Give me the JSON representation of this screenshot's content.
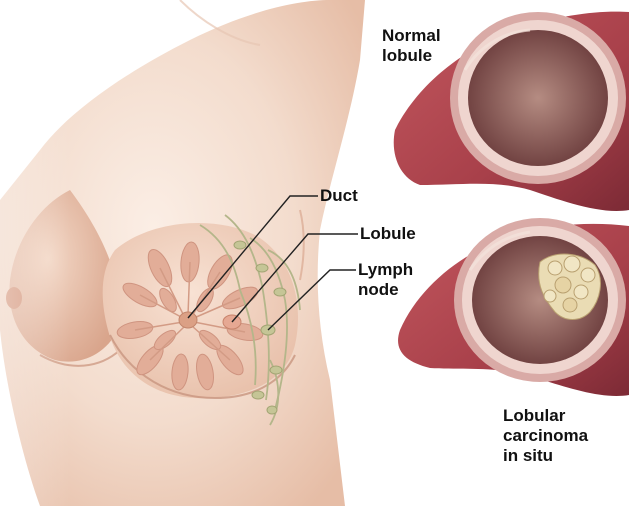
{
  "labels": {
    "normal_lobule": "Normal\nlobule",
    "duct": "Duct",
    "lobule": "Lobule",
    "lymph_node": "Lymph\nnode",
    "lobular_carcinoma": "Lobular\ncarcinoma\nin situ"
  },
  "colors": {
    "skin_light": "#f7e7dc",
    "skin_mid": "#efcdb8",
    "skin_shadow": "#d9a58c",
    "lobule_pink": "#e4b29e",
    "tube_outer": "#a8404a",
    "tube_inner": "#6e2030",
    "tube_rim": "#d9aaa6",
    "lumen": "#9c6e68",
    "tumor": "#eadcb4",
    "vessel_green": "#b7b98a",
    "leader_line": "#222222"
  },
  "icons": {
    "anatomy": "breast-anatomy-illustration",
    "normal_tube": "normal-lobule-cross-section",
    "lcis_tube": "lobular-carcinoma-cross-section"
  }
}
